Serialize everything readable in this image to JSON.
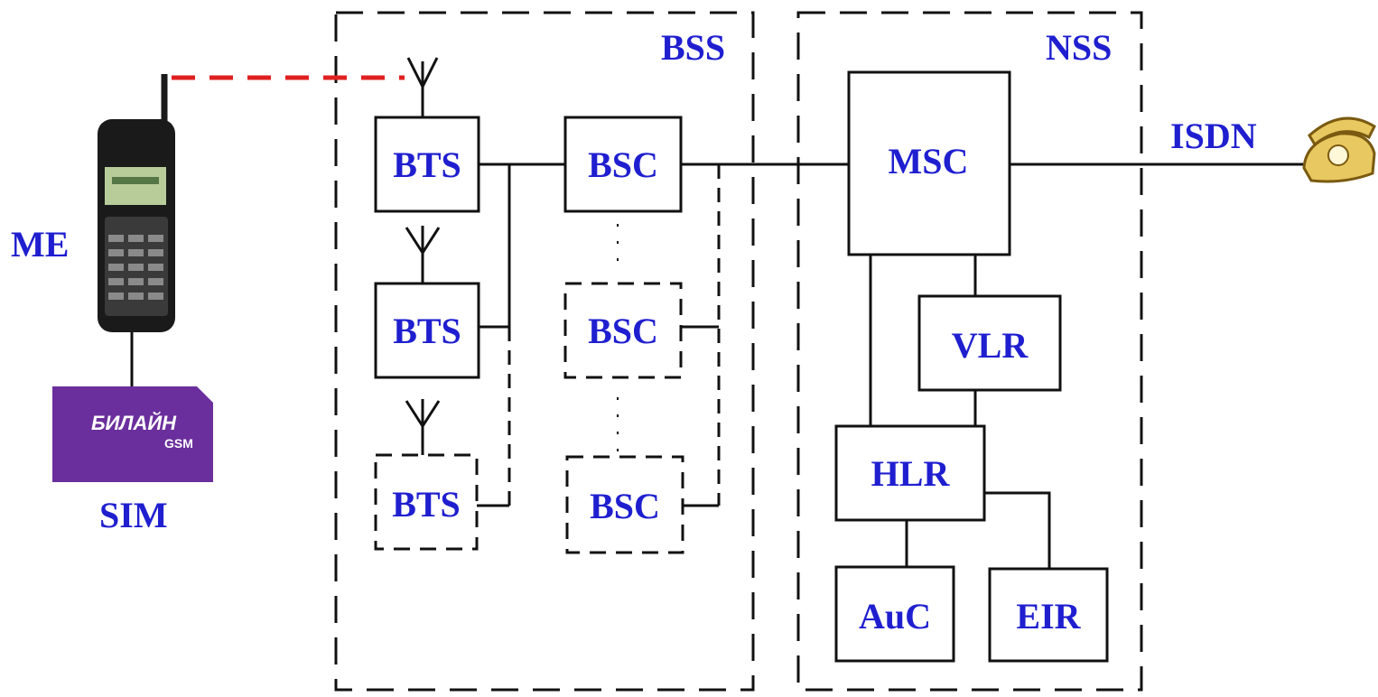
{
  "labels": {
    "me": "ME",
    "sim": "SIM",
    "sim_card_brand": "БИЛАЙН",
    "sim_card_sub": "GSM",
    "bss": "BSS",
    "nss": "NSS",
    "isdn": "ISDN",
    "bts_1": "BTS",
    "bts_2": "BTS",
    "bts_3": "BTS",
    "bsc_1": "BSC",
    "bsc_2": "BSC",
    "bsc_3": "BSC",
    "msc": "MSC",
    "vlr": "VLR",
    "hlr": "HLR",
    "auc": "AuC",
    "eir": "EIR"
  },
  "colors": {
    "label": "#1f1fd0",
    "radio_link": "#e02020",
    "sim_card": "#6a2f9c",
    "phone_body": "#1a1a1a",
    "telephone": "#e8c860"
  },
  "icons": {
    "mobile_phone": "mobile-phone-icon",
    "sim_card": "sim-card-icon",
    "telephone": "telephone-icon",
    "antenna": "antenna-icon"
  }
}
